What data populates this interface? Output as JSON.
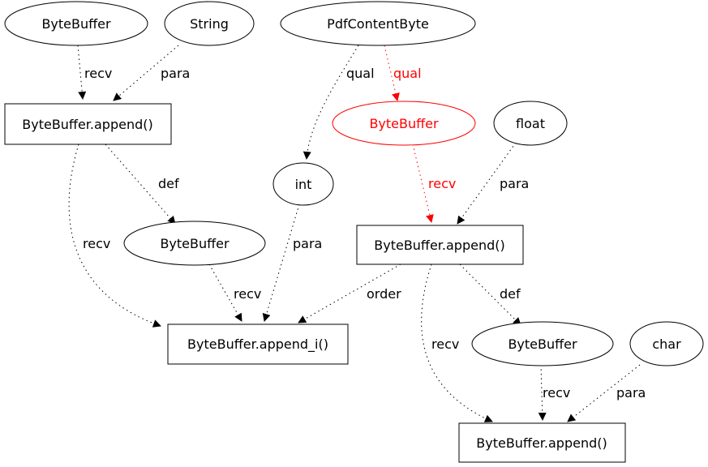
{
  "highlight_color": "#ff0000",
  "nodes": {
    "n1": {
      "label": "ByteBuffer",
      "shape": "ellipse"
    },
    "n2": {
      "label": "String",
      "shape": "ellipse"
    },
    "n3": {
      "label": "PdfContentByte",
      "shape": "ellipse"
    },
    "n4": {
      "label": "ByteBuffer.append()",
      "shape": "box"
    },
    "n5": {
      "label": "ByteBuffer",
      "shape": "ellipse",
      "highlight": true
    },
    "n6": {
      "label": "float",
      "shape": "ellipse"
    },
    "n7": {
      "label": "int",
      "shape": "ellipse"
    },
    "n8": {
      "label": "ByteBuffer",
      "shape": "ellipse"
    },
    "n9": {
      "label": "ByteBuffer.append()",
      "shape": "box"
    },
    "n10": {
      "label": "ByteBuffer.append_i()",
      "shape": "box"
    },
    "n11": {
      "label": "ByteBuffer",
      "shape": "ellipse"
    },
    "n12": {
      "label": "char",
      "shape": "ellipse"
    },
    "n13": {
      "label": "ByteBuffer.append()",
      "shape": "box"
    }
  },
  "edges": {
    "e1": {
      "from": "n1",
      "to": "n4",
      "label": "recv"
    },
    "e2": {
      "from": "n2",
      "to": "n4",
      "label": "para"
    },
    "e3": {
      "from": "n3",
      "to": "n7",
      "label": "qual"
    },
    "e4": {
      "from": "n3",
      "to": "n5",
      "label": "qual",
      "highlight": true
    },
    "e5": {
      "from": "n4",
      "to": "n8",
      "label": "def"
    },
    "e6": {
      "from": "n4",
      "to": "n10",
      "label": "recv"
    },
    "e7": {
      "from": "n5",
      "to": "n9",
      "label": "recv",
      "highlight": true
    },
    "e8": {
      "from": "n6",
      "to": "n9",
      "label": "para"
    },
    "e9": {
      "from": "n7",
      "to": "n10",
      "label": "para"
    },
    "e10": {
      "from": "n8",
      "to": "n10",
      "label": "recv"
    },
    "e11": {
      "from": "n9",
      "to": "n10",
      "label": "order"
    },
    "e12": {
      "from": "n9",
      "to": "n11",
      "label": "def"
    },
    "e13": {
      "from": "n9",
      "to": "n13",
      "label": "recv"
    },
    "e14": {
      "from": "n11",
      "to": "n13",
      "label": "recv"
    },
    "e15": {
      "from": "n12",
      "to": "n13",
      "label": "para"
    }
  }
}
